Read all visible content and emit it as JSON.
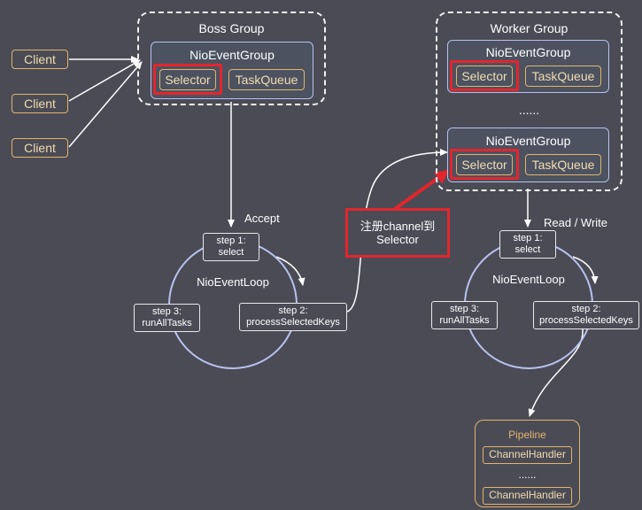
{
  "clients": [
    "Client",
    "Client",
    "Client"
  ],
  "boss_group": {
    "title": "Boss Group",
    "event_group": {
      "title": "NioEventGroup",
      "selector": "Selector",
      "task_queue": "TaskQueue"
    }
  },
  "worker_group": {
    "title": "Worker Group",
    "event_group_top": {
      "title": "NioEventGroup",
      "selector": "Selector",
      "task_queue": "TaskQueue"
    },
    "ellipsis": "......",
    "event_group_bottom": {
      "title": "NioEventGroup",
      "selector": "Selector",
      "task_queue": "TaskQueue"
    }
  },
  "labels": {
    "accept": "Accept",
    "read_write": "Read / Write",
    "register_line1": "注册channel到",
    "register_line2": "Selector"
  },
  "boss_loop": {
    "name": "NioEventLoop",
    "step1": {
      "line1": "step 1:",
      "line2": "select"
    },
    "step2": {
      "line1": "step 2:",
      "line2": "processSelectedKeys"
    },
    "step3": {
      "line1": "step 3:",
      "line2": "runAllTasks"
    }
  },
  "worker_loop": {
    "name": "NioEventLoop",
    "step1": {
      "line1": "step 1:",
      "line2": "select"
    },
    "step2": {
      "line1": "step 2:",
      "line2": "processSelectedKeys"
    },
    "step3": {
      "line1": "step 3:",
      "line2": "runAllTasks"
    }
  },
  "pipeline": {
    "title": "Pipeline",
    "handler_top": "ChannelHandler",
    "ellipsis": "......",
    "handler_bottom": "ChannelHandler"
  },
  "colors": {
    "background": "#4a4b55",
    "accent_orange": "#e3b46c",
    "highlight_red": "#e3262c",
    "loop_blue": "#b7c2ee"
  }
}
